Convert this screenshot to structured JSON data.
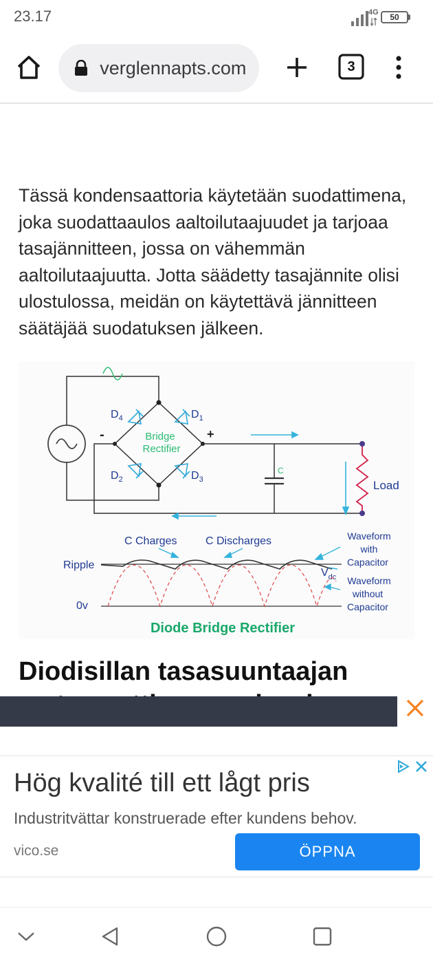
{
  "status_bar": {
    "time": "23.17",
    "network_label": "4G",
    "battery_level": "50",
    "signal_icon": "signal-bars-icon",
    "battery_icon": "battery-icon"
  },
  "browser": {
    "url": " verglennapts.com",
    "tab_count": "3",
    "icons": {
      "home": "home-icon",
      "lock": "lock-icon",
      "new_tab": "plus-icon",
      "menu": "more-vertical-icon"
    }
  },
  "article": {
    "paragraph": "Tässä kondensaattoria käytetään suodattimena, joka suodattaaulos aaltoilutaajuudet ja tarjoaa tasajännitteen, jossa on vähemmän aaltoilutaajuutta. Jotta säädetty tasajännite olisi ulostulossa, meidän on käytettävä jännitteen säätäjää suodatuksen jälkeen.",
    "heading": "Diodisillan tasasuuntaajan matemaattinen analyysi"
  },
  "diagram": {
    "labels": {
      "d4": "D",
      "d4_sub": "4",
      "d1": "D",
      "d1_sub": "1",
      "d2": "D",
      "d2_sub": "2",
      "d3": "D",
      "d3_sub": "3",
      "bridge": "Bridge",
      "rectifier": "Rectifier",
      "minus": "-",
      "plus": "+",
      "capacitor": "C",
      "load": "Load",
      "c_charges": "C Charges",
      "c_discharges": "C Discharges",
      "ripple": "Ripple",
      "zero_v": "0v",
      "vdc": "V",
      "vdc_sub": "dc",
      "wf_with_1": "Waveform",
      "wf_with_2": "with",
      "wf_with_3": "Capacitor",
      "wf_without_1": "Waveform",
      "wf_without_2": "without",
      "wf_without_3": "Capacitor",
      "title": "Diode Bridge Rectifier"
    },
    "colors": {
      "wire": "#333333",
      "diode": "#2fa8d8",
      "bridge_text": "#2cbb72",
      "label_text": "#1f3a93",
      "arrow": "#34b3dc",
      "ripple_dashed": "#e04444",
      "title": "#19a86a",
      "load": "#d4204a",
      "node": "#4b3a8a"
    }
  },
  "ad": {
    "close_icon": "close-icon",
    "adchoices_icon": "adchoices-icon",
    "headline": "Hög kvalité till ett lågt pris",
    "subtext": "Industritvättar konstruerade efter kundens behov.",
    "domain": "vico.se",
    "cta": "ÖPPNA",
    "cta_color": "#1a85f0",
    "close_color": "#f58220"
  },
  "nav_bar": {
    "icons": [
      "chevron-down-icon",
      "back-triangle-icon",
      "home-circle-icon",
      "recents-square-icon"
    ]
  }
}
